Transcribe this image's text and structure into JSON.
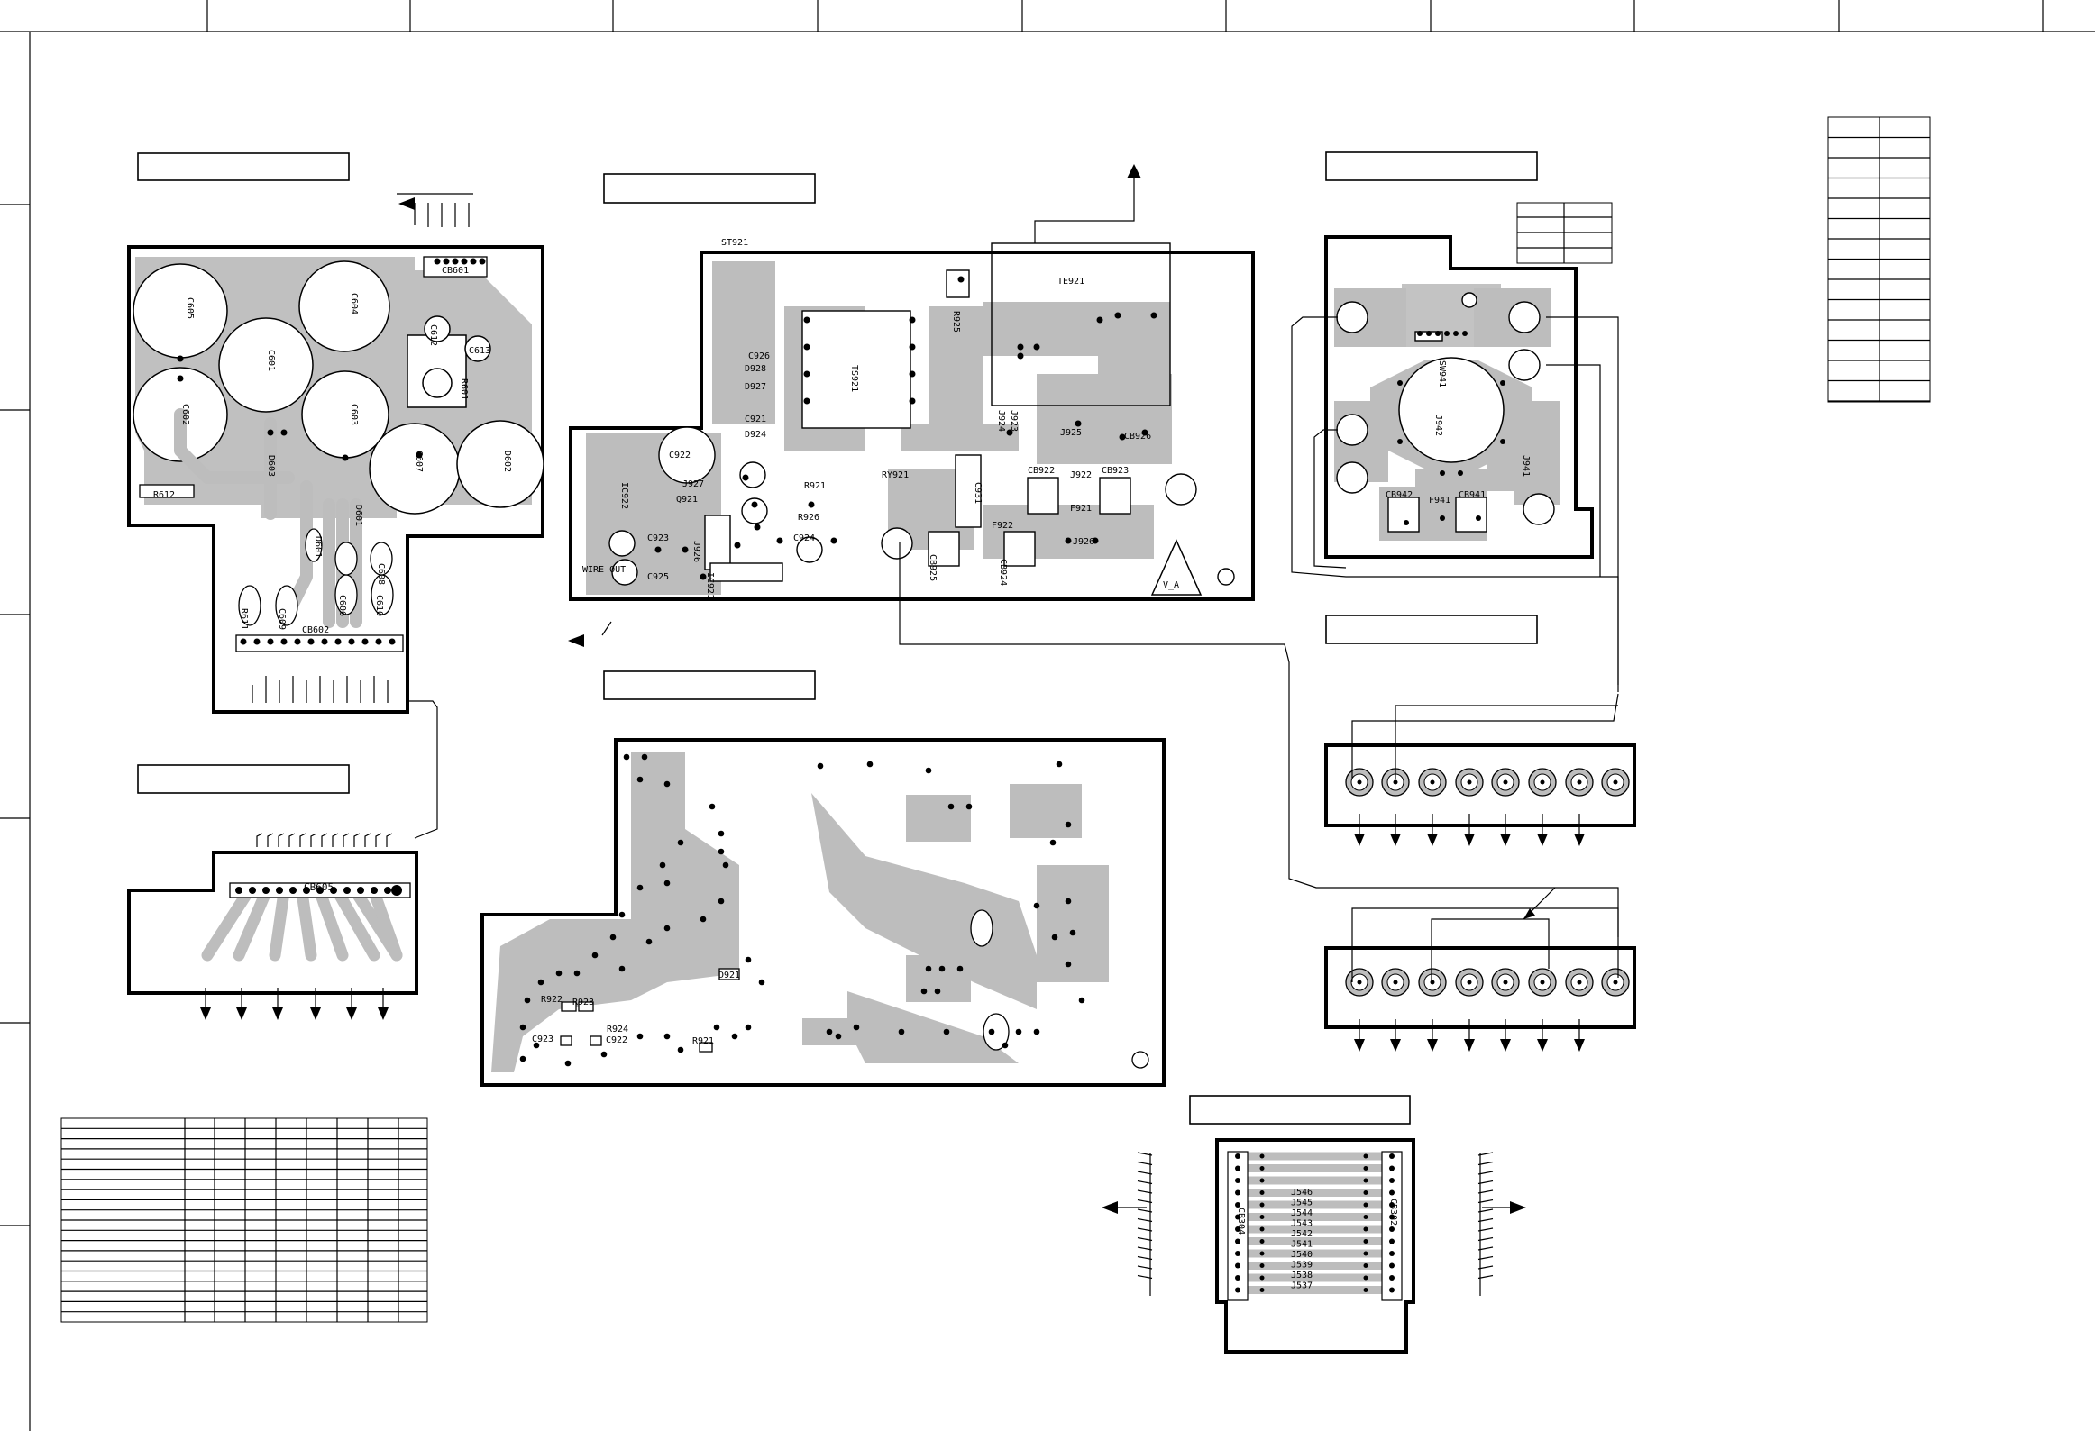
{
  "board_a": {
    "labels": [
      "CB601",
      "C605",
      "C604",
      "C612",
      "C613",
      "C601",
      "C602",
      "R601",
      "C603",
      "C607",
      "D602",
      "D603",
      "D601",
      "D601",
      "R612",
      "R611",
      "C609",
      "C606",
      "C610",
      "C608",
      "CB602"
    ]
  },
  "board_b": {
    "labels": [
      "CB605"
    ]
  },
  "board_c": {
    "labels": [
      "ST921",
      "TE921",
      "R925",
      "TS921",
      "C926",
      "D928",
      "D927",
      "C921",
      "D924",
      "C922",
      "IC922",
      "J927",
      "Q921",
      "J926",
      "C923",
      "IC921",
      "WIRE OUT",
      "C925",
      "C924",
      "R926",
      "R921",
      "RY921",
      "CB922",
      "CB923",
      "J922",
      "F921",
      "CB926",
      "J925",
      "J924",
      "J923",
      "CB925",
      "F922",
      "CB924",
      "J926",
      "C931"
    ],
    "warning_mark": "V_A"
  },
  "board_d": {
    "labels": [
      "R922",
      "R923",
      "C923",
      "C922",
      "R924",
      "R921",
      "D921"
    ]
  },
  "board_e": {
    "labels": [
      "SW941",
      "J942",
      "J941",
      "CB942",
      "F941",
      "CB941"
    ]
  },
  "board_h": {
    "labels": [
      "J546",
      "J545",
      "J544",
      "J543",
      "J542",
      "J541",
      "J540",
      "J539",
      "J538",
      "J537",
      "CB304",
      "CB302"
    ]
  },
  "icons": [
    "arrow-up-icon",
    "arrow-down-icon",
    "arrow-left-icon",
    "arrow-right-icon",
    "warning-triangle-icon"
  ],
  "colors": {
    "copper": "#bdbdbd",
    "outline": "#000000",
    "background": "#ffffff"
  }
}
